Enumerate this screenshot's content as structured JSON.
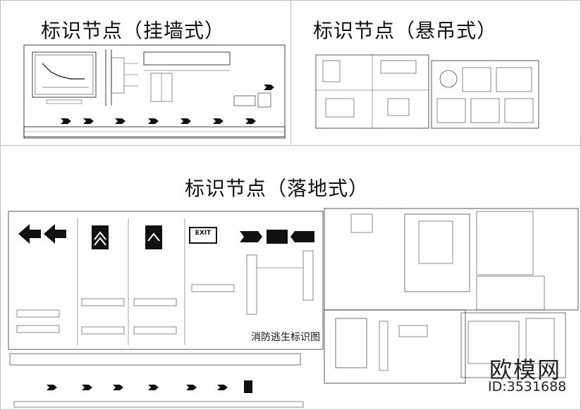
{
  "titles": {
    "wall_mounted": "标识节点（挂墙式）",
    "hanging": "标识节点（悬吊式）",
    "floor_standing": "标识节点（落地式）"
  },
  "captions": {
    "fire_escape": "消防逃生标识图"
  },
  "signs": {
    "exit_label": "EXIT"
  },
  "watermark": {
    "logo": "欧模网",
    "id": "ID:3531688"
  },
  "colors": {
    "ink": "#111111",
    "border": "#bdbdbd",
    "background": "#ffffff"
  }
}
